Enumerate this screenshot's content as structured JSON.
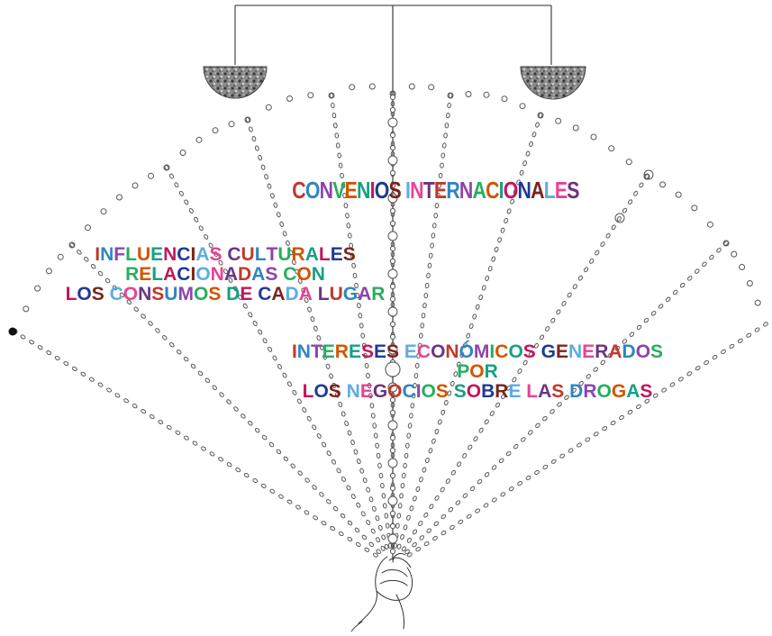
{
  "labels": {
    "convenios": [
      "CONVENIOS INTERNACIONALES"
    ],
    "influencias": [
      "INFLUENCIAS CULTURALES",
      "RELACIONADAS CON",
      "LOS CONSUMOS DE CADA LUGAR"
    ],
    "intereses": [
      "INTERESES ECONÓMICOS GENERADOS",
      "POR",
      "LOS NEGOCIOS SOBRE LAS DROGAS"
    ]
  },
  "colors": {
    "palette": [
      "#c0392b",
      "#2e86c1",
      "#8e44ad",
      "#27ae60",
      "#d35400",
      "#16a085",
      "#c2185b",
      "#1f3a93",
      "#7b241c",
      "#5dade2",
      "#e84393",
      "#6c3483"
    ],
    "line": "#444444",
    "bead": "#555555"
  },
  "icons": {
    "hand": "hand-holding-fan-icon",
    "stone-left": "stone-pendant-icon",
    "stone-right": "stone-pendant-icon"
  }
}
